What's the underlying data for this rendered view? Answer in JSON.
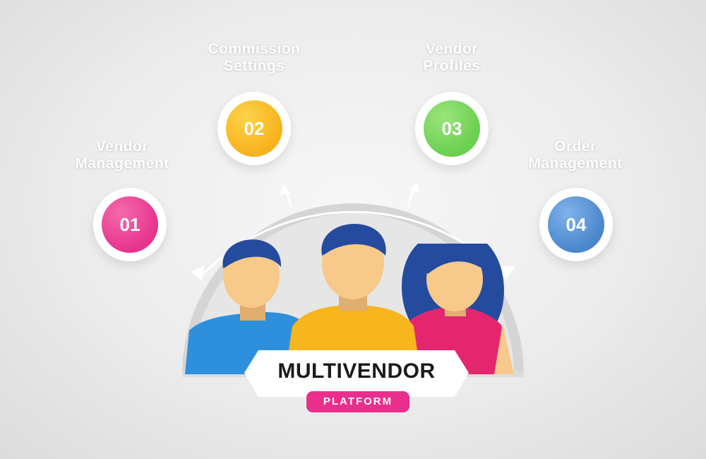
{
  "steps": [
    {
      "number": "01",
      "label_line1": "Vendor",
      "label_line2": "Management",
      "color": "#e7338d"
    },
    {
      "number": "02",
      "label_line1": "Commission",
      "label_line2": "Settings",
      "color": "#f8b21c"
    },
    {
      "number": "03",
      "label_line1": "Vendor",
      "label_line2": "Profiles",
      "color": "#6bcf4f"
    },
    {
      "number": "04",
      "label_line1": "Order",
      "label_line2": "Management",
      "color": "#4a86cc"
    }
  ],
  "title": "MULTIVENDOR",
  "subtitle": "PLATFORM",
  "colors": {
    "arc": "#cfcfcf",
    "hair": "#244b9e",
    "skin": "#f7c98a",
    "shirt_left": "#2e8fdc",
    "shirt_middle": "#f7b51e",
    "shirt_right": "#e4266f",
    "badge": "#ea2e8c"
  }
}
